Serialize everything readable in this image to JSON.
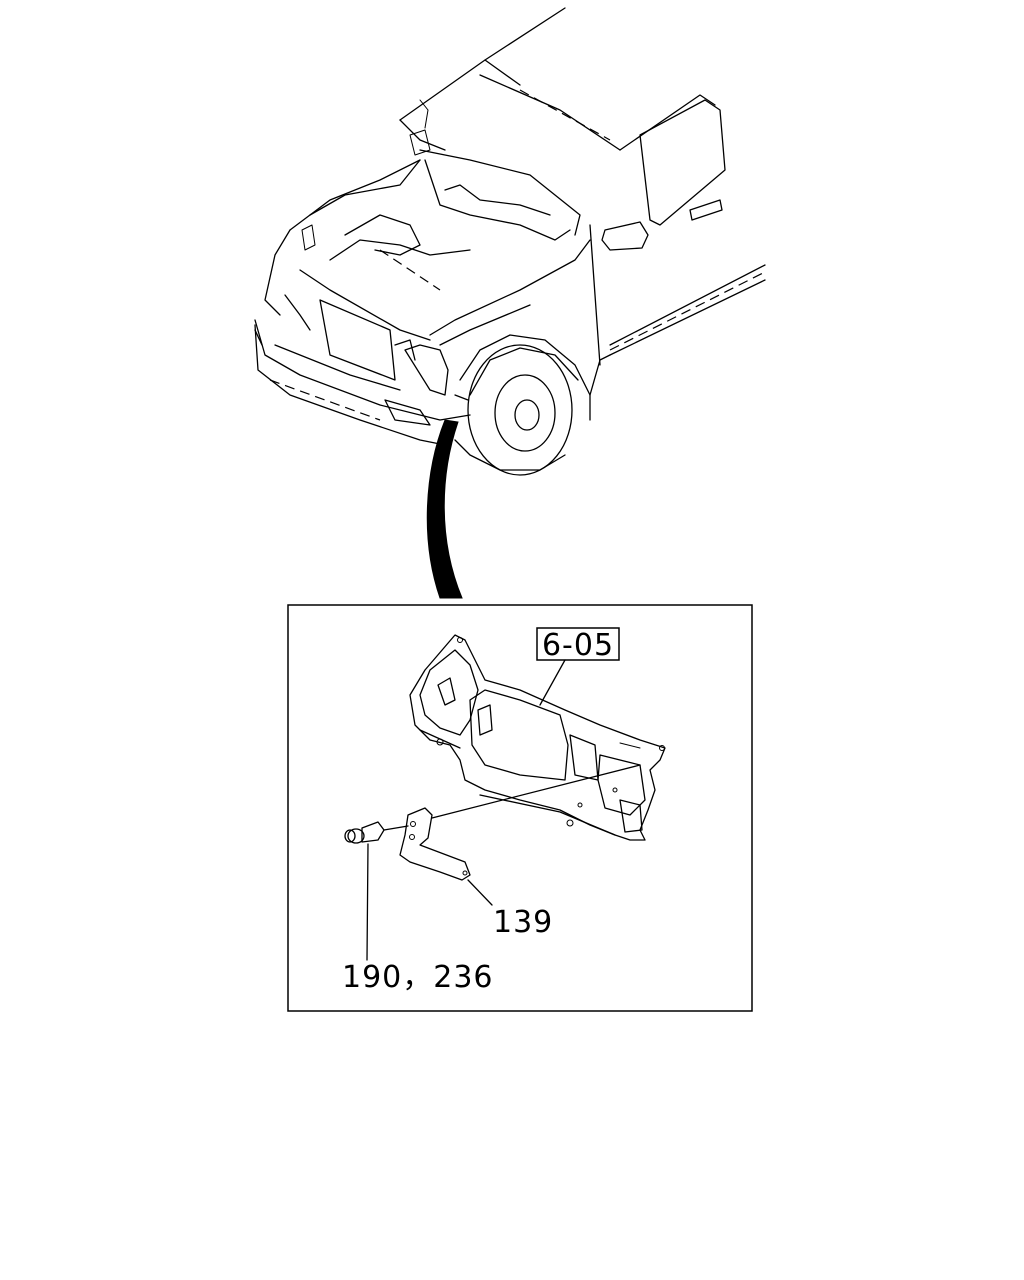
{
  "diagram": {
    "labels": {
      "reference": "6-05",
      "bracket_part": "139",
      "bolt_parts": "190，236"
    },
    "components": [
      "vehicle-front-view",
      "radiator-core-support",
      "mounting-bracket",
      "bolt"
    ]
  }
}
